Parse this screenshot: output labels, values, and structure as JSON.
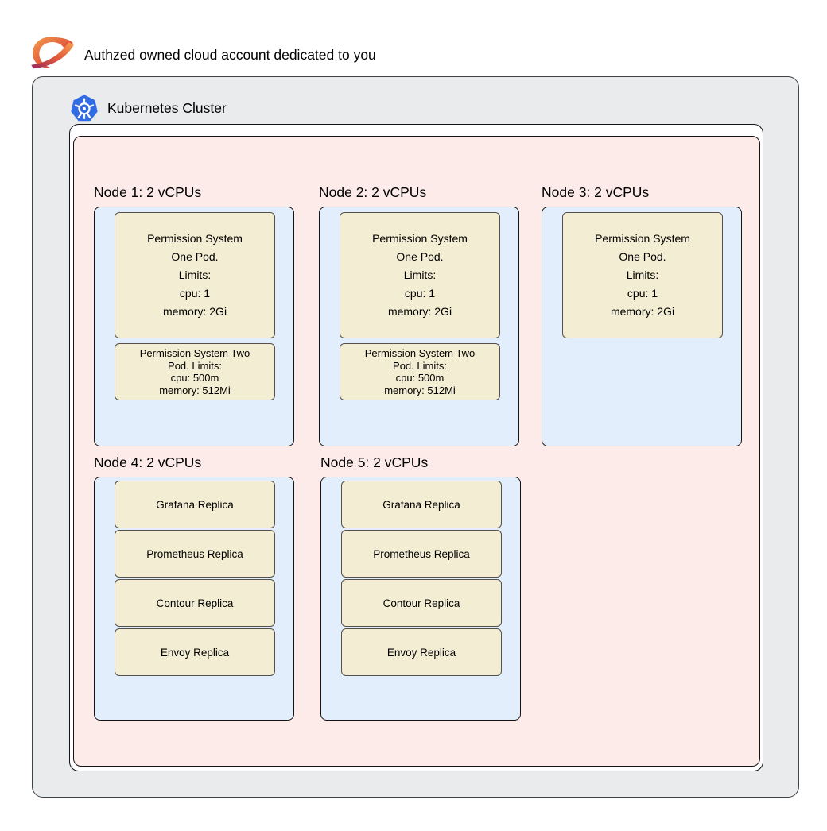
{
  "account": {
    "label": "Authzed owned cloud account dedicated to you"
  },
  "cluster": {
    "label": "Kubernetes Cluster"
  },
  "icons": {
    "authzed_logo": "authzed-swirl-planet",
    "kubernetes": "kubernetes-helm-wheel"
  },
  "colors": {
    "outer_bg": "#e9ebed",
    "outer_border": "#404447",
    "cluster_bg": "#ffffff",
    "inner_bg": "#fcebe8",
    "node_bg": "#e3eefc",
    "pod_bg": "#f2edd3",
    "border": "#141414",
    "kubernetes_blue": "#326ce5",
    "authzed_orange": "#f59e4e",
    "authzed_maroon": "#93265f"
  },
  "nodes": [
    {
      "label": "Node 1: 2 vCPUs",
      "pods": [
        {
          "name": "permission-system-one-pod",
          "text": "Permission System\nOne Pod.\nLimits:\ncpu: 1\nmemory: 2Gi"
        },
        {
          "name": "permission-system-two-pod",
          "text": "Permission System Two\nPod. Limits:\ncpu: 500m\nmemory: 512Mi"
        }
      ]
    },
    {
      "label": "Node 2: 2 vCPUs",
      "pods": [
        {
          "name": "permission-system-one-pod",
          "text": "Permission System\nOne Pod.\nLimits:\ncpu: 1\nmemory: 2Gi"
        },
        {
          "name": "permission-system-two-pod",
          "text": "Permission System Two\nPod. Limits:\ncpu: 500m\nmemory: 512Mi"
        }
      ]
    },
    {
      "label": "Node 3: 2 vCPUs",
      "pods": [
        {
          "name": "permission-system-one-pod",
          "text": "Permission System\nOne Pod.\nLimits:\ncpu: 1\nmemory: 2Gi"
        }
      ]
    },
    {
      "label": "Node 4: 2 vCPUs",
      "pods": [
        {
          "name": "grafana-replica-pod",
          "text": "Grafana Replica"
        },
        {
          "name": "prometheus-replica-pod",
          "text": "Prometheus Replica"
        },
        {
          "name": "contour-replica-pod",
          "text": "Contour Replica"
        },
        {
          "name": "envoy-replica-pod",
          "text": "Envoy Replica"
        }
      ]
    },
    {
      "label": "Node 5: 2 vCPUs",
      "pods": [
        {
          "name": "grafana-replica-pod",
          "text": "Grafana Replica"
        },
        {
          "name": "prometheus-replica-pod",
          "text": "Prometheus Replica"
        },
        {
          "name": "contour-replica-pod",
          "text": "Contour Replica"
        },
        {
          "name": "envoy-replica-pod",
          "text": "Envoy Replica"
        }
      ]
    }
  ]
}
